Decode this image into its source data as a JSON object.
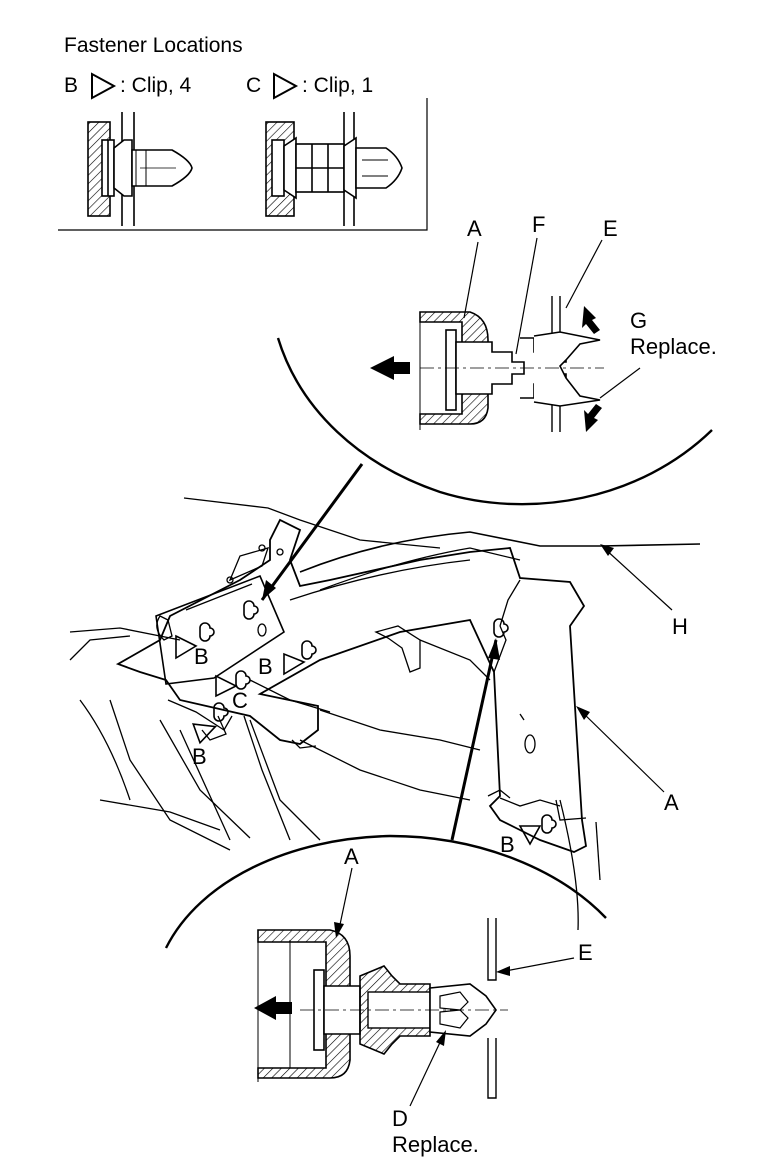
{
  "header": {
    "title": "Fastener Locations",
    "clip_b": {
      "letter": "B",
      "text": ": Clip, 4"
    },
    "clip_c": {
      "letter": "C",
      "text": ": Clip, 1"
    }
  },
  "labels": {
    "A": "A",
    "B": "B",
    "C": "C",
    "D": "D",
    "E": "E",
    "F": "F",
    "G": "G",
    "H": "H",
    "replace": "Replace."
  }
}
